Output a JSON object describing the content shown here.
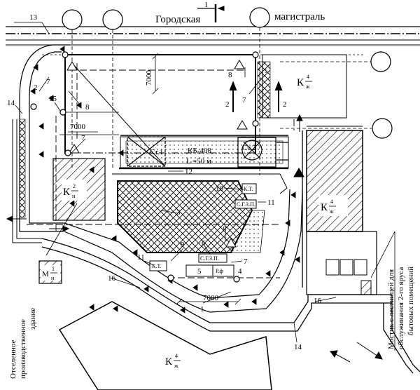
{
  "street": {
    "left": "Городская",
    "right": "магистраль",
    "section_mark": "1"
  },
  "crane": {
    "type_label": "КБ-408",
    "length_label": "L =50 м",
    "stop1": "Ст.1",
    "stop2": "Ст.2"
  },
  "dims": {
    "d1": "7000",
    "d2": "7000",
    "d3": "7000"
  },
  "zones": {
    "kzh_top": "К",
    "kzh_top_num": "4",
    "kzh_top_sub": "ж",
    "kzh_right": "К",
    "kzh_right_num": "4",
    "kzh_right_sub": "ж",
    "kzh_bottom": "К",
    "kzh_bottom_num": "4",
    "kzh_bottom_sub": "ж",
    "kn_left": "К",
    "kn_left_num": "2",
    "kn_left_sub": "н",
    "mn": "М",
    "mn_num": "1",
    "mn_sub": "н"
  },
  "callouts": {
    "n1": "1",
    "n2": "2",
    "n3": "3",
    "n4": "4",
    "n5": "5",
    "n6": "6",
    "n7": "7",
    "n7b": "7",
    "n7c": "7",
    "n8": "8",
    "n8b": "8",
    "n8c": "8",
    "n9": "9",
    "n10": "10",
    "n11": "11",
    "n11b": "11",
    "n12": "12",
    "n13": "13",
    "n14": "14",
    "n14b": "14",
    "n15": "15",
    "n16": "16",
    "n16b": "16",
    "s2a": "2",
    "s2b": "2",
    "n5s": "5"
  },
  "box_labels": {
    "kt1": "К.Т.",
    "kt2": "К.Т.",
    "sgz": "С.Г.З.П.",
    "rf": "Р.ф",
    "sgz2": "С.Г.З.П."
  },
  "notes": {
    "left_vertical_1": "Отселенное",
    "left_vertical_2": "производственное",
    "left_vertical_3": "здание",
    "right_vertical_1": "Мостик с лестницей для",
    "right_vertical_2": "обслуживания 2-го яруса",
    "right_vertical_3": "бытовых помещений"
  }
}
